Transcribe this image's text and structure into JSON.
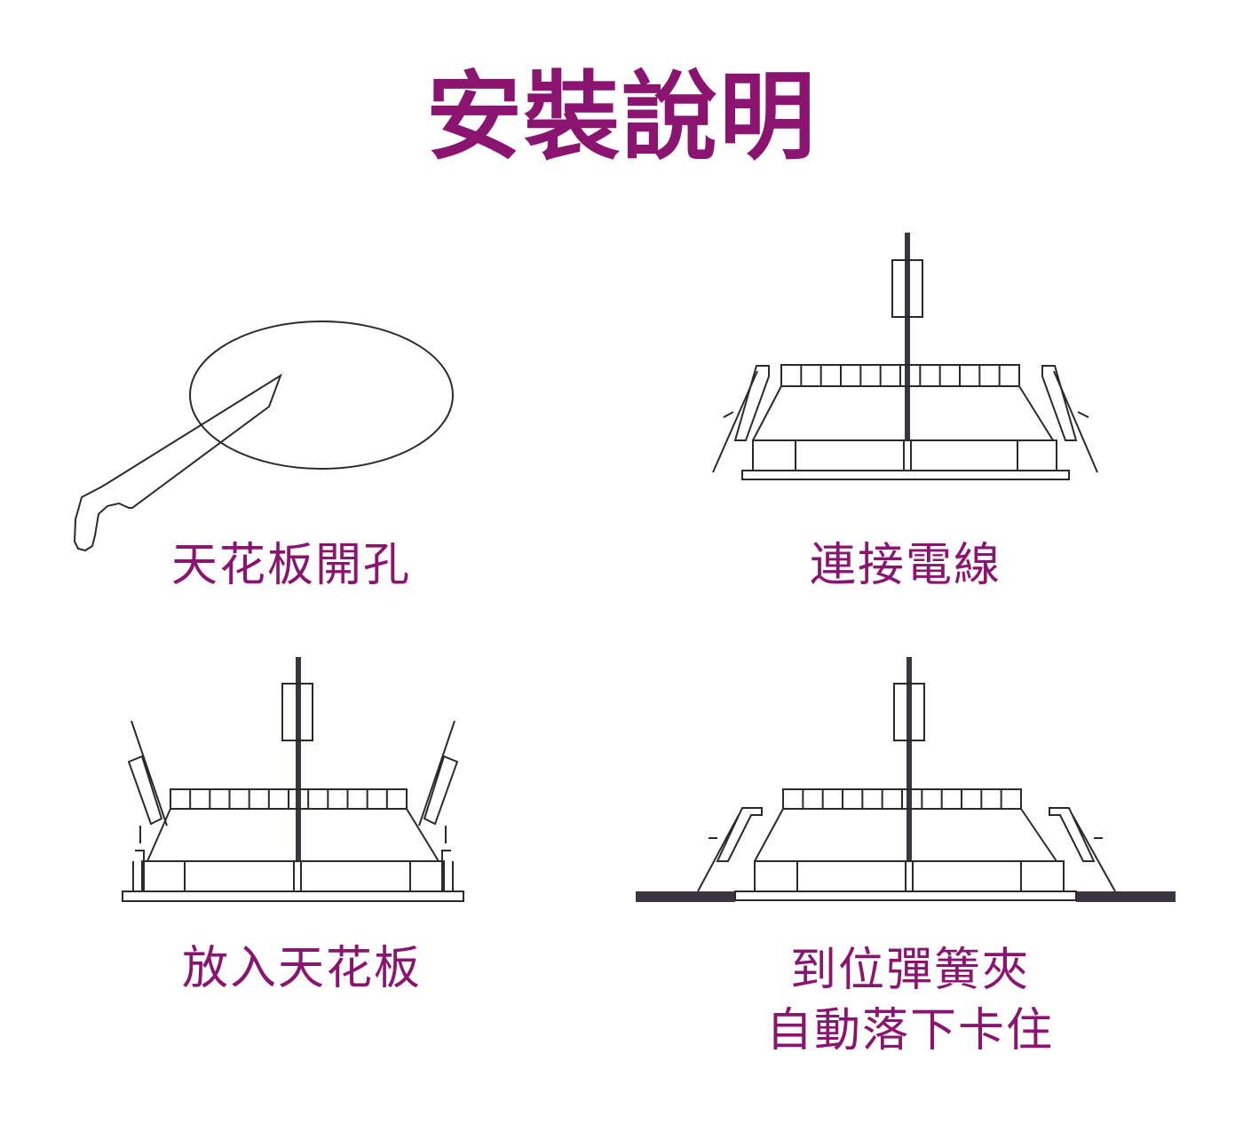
{
  "title": "安裝說明",
  "colors": {
    "accent": "#8a1470",
    "line": "#2a2a2a",
    "ceiling": "#3a3540"
  },
  "steps": [
    {
      "caption": "天花板開孔"
    },
    {
      "caption": "連接電線"
    },
    {
      "caption": "放入天花板"
    },
    {
      "caption": "到位彈簧夾\n自動落下卡住"
    }
  ]
}
